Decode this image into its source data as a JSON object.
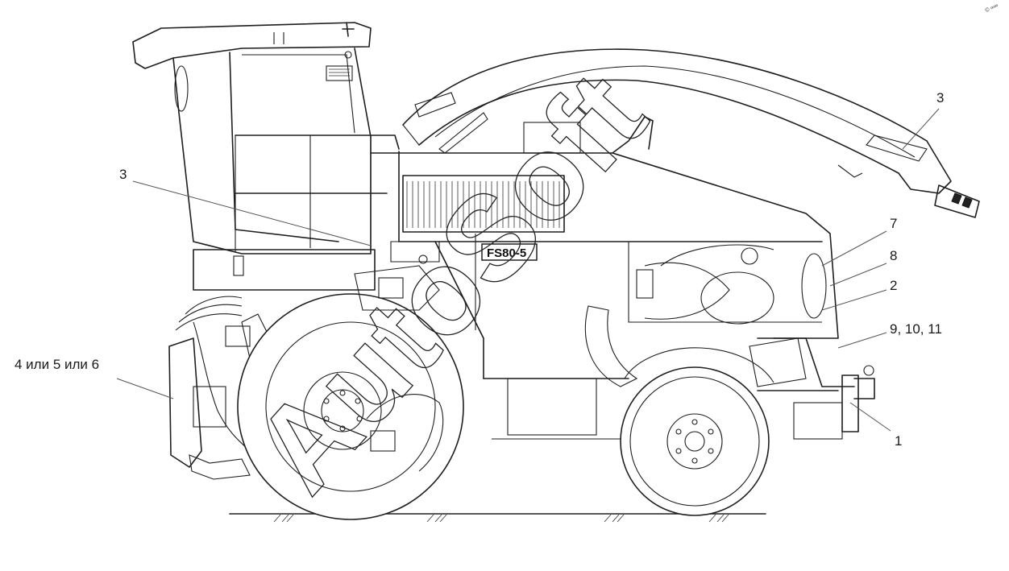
{
  "diagram": {
    "model_badge": "FS80-5",
    "watermark": "AutoSoft",
    "corner_mark": "© ∞∞",
    "callouts": {
      "c1": "1",
      "c2": "2",
      "c3_top_right": "3",
      "c3_left": "3",
      "c4": "4 или 5 или 6",
      "c7": "7",
      "c8": "8",
      "c9": "9, 10, 11"
    }
  }
}
